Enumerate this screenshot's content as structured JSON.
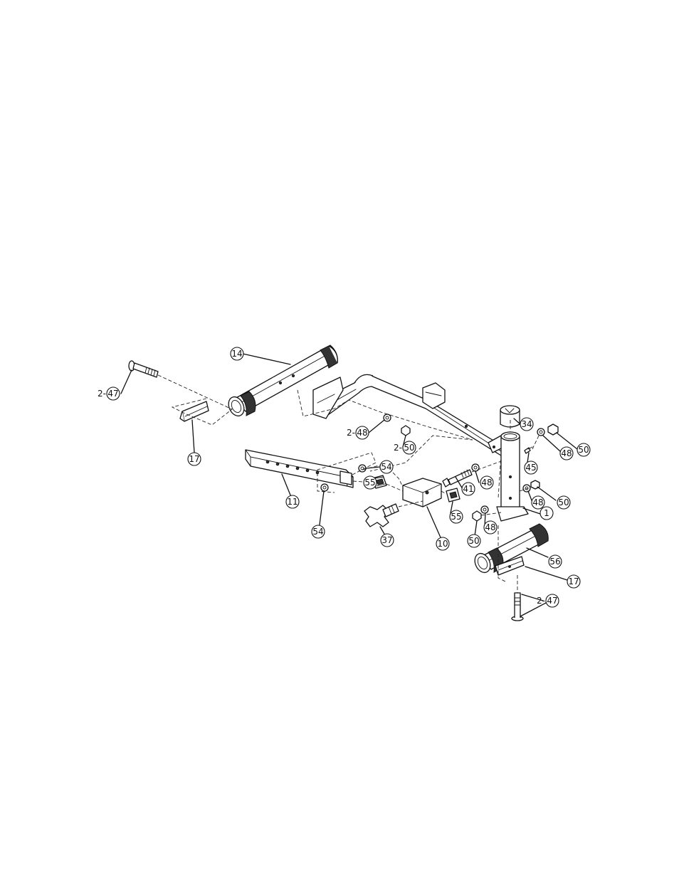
{
  "callouts": [
    {
      "id": "14",
      "prefix": ""
    },
    {
      "id": "47",
      "prefix": "2-"
    },
    {
      "id": "17",
      "prefix": ""
    },
    {
      "id": "48",
      "prefix": "2-"
    },
    {
      "id": "50",
      "prefix": "2-"
    },
    {
      "id": "34",
      "prefix": ""
    },
    {
      "id": "48",
      "prefix": ""
    },
    {
      "id": "50",
      "prefix": ""
    },
    {
      "id": "54",
      "prefix": ""
    },
    {
      "id": "45",
      "prefix": ""
    },
    {
      "id": "55",
      "prefix": ""
    },
    {
      "id": "41",
      "prefix": ""
    },
    {
      "id": "48",
      "prefix": ""
    },
    {
      "id": "11",
      "prefix": ""
    },
    {
      "id": "48",
      "prefix": ""
    },
    {
      "id": "50",
      "prefix": ""
    },
    {
      "id": "55",
      "prefix": ""
    },
    {
      "id": "1",
      "prefix": ""
    },
    {
      "id": "54",
      "prefix": ""
    },
    {
      "id": "48",
      "prefix": ""
    },
    {
      "id": "50",
      "prefix": ""
    },
    {
      "id": "10",
      "prefix": ""
    },
    {
      "id": "56",
      "prefix": ""
    },
    {
      "id": "37",
      "prefix": ""
    },
    {
      "id": "17",
      "prefix": ""
    },
    {
      "id": "47",
      "prefix": "2-"
    }
  ]
}
